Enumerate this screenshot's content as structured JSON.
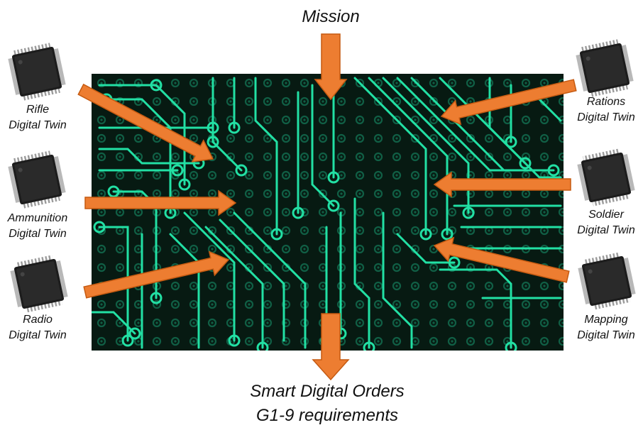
{
  "mission": "Mission",
  "output": {
    "line1": "Smart Digital Orders",
    "line2": "G1-9 requirements"
  },
  "twins_left": [
    {
      "line1": "Rifle",
      "line2": "Digital Twin"
    },
    {
      "line1": "Ammunition",
      "line2": "Digital Twin"
    },
    {
      "line1": "Radio",
      "line2": "Digital Twin"
    }
  ],
  "twins_right": [
    {
      "line1": "Rations",
      "line2": "Digital Twin"
    },
    {
      "line1": "Soldier",
      "line2": "Digital Twin"
    },
    {
      "line1": "Mapping",
      "line2": "Digital Twin"
    }
  ],
  "colors": {
    "arrow": "#ED7D31",
    "arrow_stroke": "#C55A11",
    "board": "#071a12",
    "trace": "#22e0a4",
    "chip": "#1c1c1c"
  },
  "icons": [
    "microchip-icon",
    "circuit-board-image"
  ]
}
